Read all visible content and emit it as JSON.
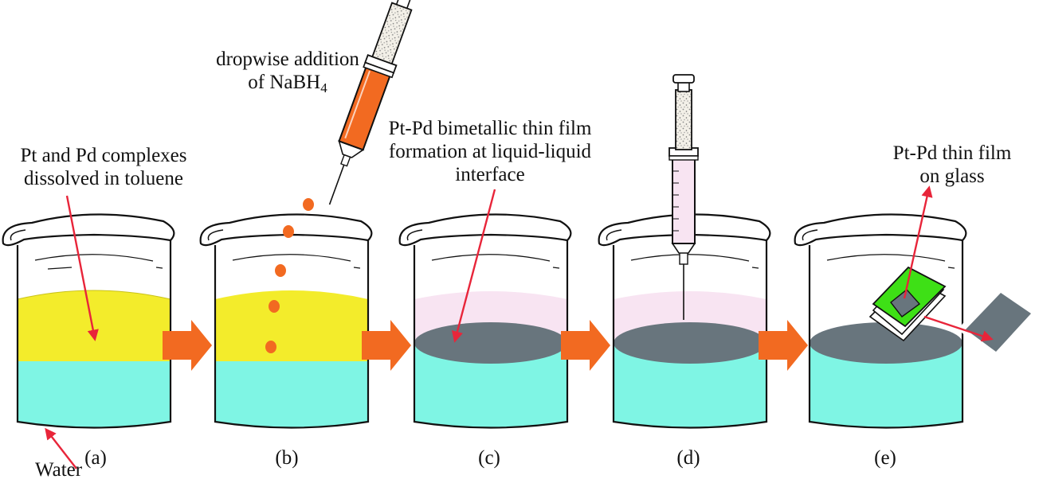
{
  "annotations": {
    "a_top_line1": "Pt and Pd complexes",
    "a_top_line2": "dissolved in toluene",
    "a_bottom": "Water",
    "b_line1": "dropwise addition",
    "b_line2_prefix": "of NaBH",
    "b_line2_sub": "4",
    "c_line1": "Pt-Pd bimetallic thin film",
    "c_line2": "formation at liquid-liquid",
    "c_line3": "interface",
    "e_line1": "Pt-Pd thin film",
    "e_line2": "on glass"
  },
  "panels": [
    "(a)",
    "(b)",
    "(c)",
    "(d)",
    "(e)"
  ],
  "colors": {
    "toluene_yellow": "#f3ec2b",
    "water_cyan": "#7ff5e4",
    "film_gray": "#68757d",
    "pink_layer": "#f8e4f2",
    "orange_reagent": "#f26a21",
    "arrow_orange": "#f26a21",
    "arrow_red": "#e8253a",
    "substrate_green": "#3ee016",
    "outline": "#111111"
  }
}
